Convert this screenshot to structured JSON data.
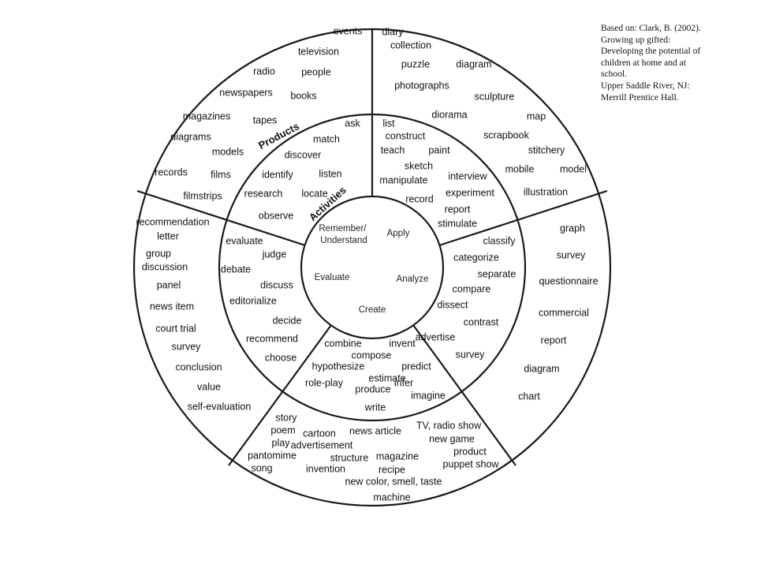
{
  "citation": {
    "lines": [
      "Based on: Clark, B. (2002).",
      "Growing up gifted:",
      "Developing the potential of",
      "children at home and at",
      "school.",
      "Upper Saddle River, NJ:",
      "Merrill Prentice Hall."
    ]
  },
  "wheel": {
    "core": {
      "remember": [
        "Remember/",
        "Understand"
      ],
      "apply": "Apply",
      "analyze": "Analyze",
      "evaluate": "Evaluate",
      "create": "Create"
    },
    "ring_labels": {
      "products": "Products",
      "activities": "Activities"
    },
    "sectors": {
      "remember": {
        "activities": [
          "ask",
          "match",
          "discover",
          "identify",
          "listen",
          "research",
          "locate",
          "observe"
        ],
        "products": [
          "events",
          "television",
          "radio",
          "people",
          "newspapers",
          "books",
          "magazines",
          "tapes",
          "diagrams",
          "models",
          "records",
          "films",
          "filmstrips"
        ]
      },
      "apply": {
        "activities": [
          "list",
          "construct",
          "teach",
          "paint",
          "sketch",
          "manipulate",
          "interview",
          "experiment",
          "record",
          "report",
          "stimulate"
        ],
        "products": [
          "diary",
          "collection",
          "puzzle",
          "diagram",
          "photographs",
          "sculpture",
          "diorama",
          "map",
          "scrapbook",
          "stitchery",
          "mobile",
          "model",
          "illustration"
        ]
      },
      "analyze": {
        "activities": [
          "classify",
          "categorize",
          "separate",
          "compare",
          "dissect",
          "contrast",
          "advertise",
          "survey"
        ],
        "products": [
          "graph",
          "survey",
          "questionnaire",
          "commercial",
          "report",
          "diagram",
          "chart"
        ]
      },
      "create": {
        "activities": [
          "combine",
          "invent",
          "compose",
          "hypothesize",
          "predict",
          "estimate",
          "role-play",
          "produce",
          "infer",
          "imagine",
          "write"
        ],
        "products": [
          "story",
          "poem",
          "play",
          "cartoon",
          "news article",
          "advertisement",
          "TV, radio show",
          "new game",
          "product",
          "pantomime",
          "song",
          "structure",
          "invention",
          "magazine",
          "recipe",
          "puppet show",
          "new color, smell, taste",
          "machine"
        ]
      },
      "evaluate": {
        "activities": [
          "evaluate",
          "judge",
          "debate",
          "discuss",
          "editorialize",
          "decide",
          "recommend",
          "choose"
        ],
        "products": [
          "recommendation",
          "letter",
          "group",
          "discussion",
          "panel",
          "news item",
          "court trial",
          "survey",
          "conclusion",
          "value",
          "self-evaluation"
        ]
      }
    }
  }
}
